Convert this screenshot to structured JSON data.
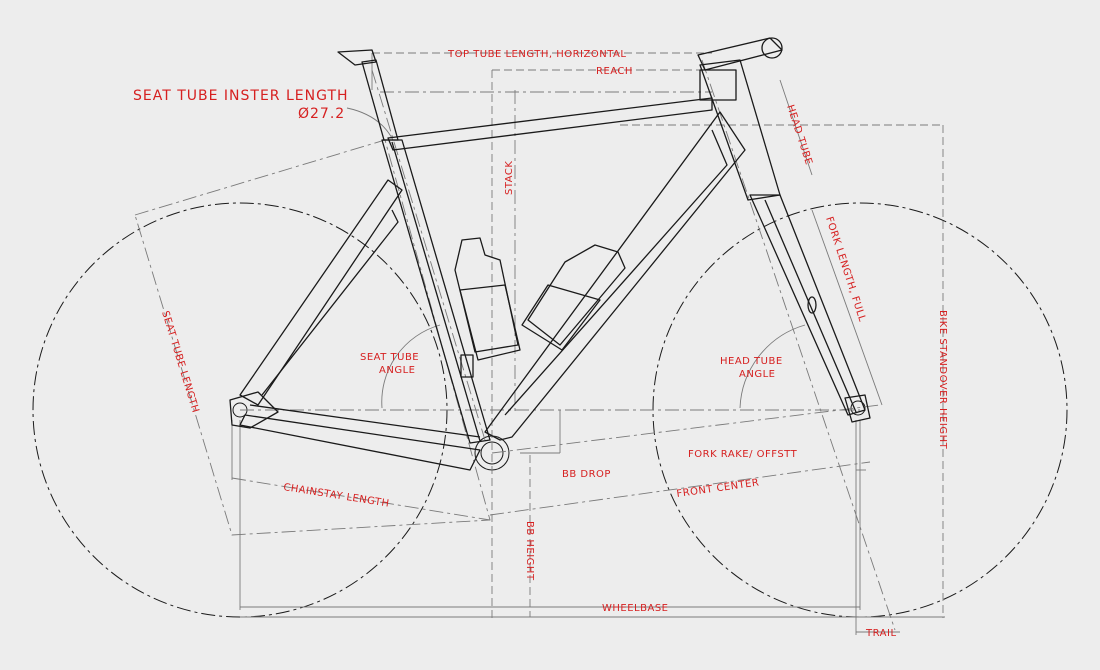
{
  "colors": {
    "background": "#ededed",
    "line": "#1a1a1a",
    "dim": "#7a7a7a",
    "label": "#d62020"
  },
  "labels": {
    "seat_tube_insert_length": "SEAT TUBE INSTER LENGTH",
    "seatpost_diameter": "Ø27.2",
    "top_tube_length": "TOP TUBE LENGTH, HORIZONTAL",
    "reach": "REACH",
    "stack": "STACK",
    "head_tube": "HEAD TUBE",
    "fork_length": "FORK LENGTH, FULL",
    "seat_tube_length": "SEAT TUBE LENGTH",
    "seat_tube_angle_1": "SEAT  TUBE",
    "seat_tube_angle_2": "ANGLE",
    "head_tube_angle_1": "HEAD TUBE",
    "head_tube_angle_2": "ANGLE",
    "bike_standover_height": "BIKE STANDOVER HEIGHT",
    "fork_rake": "FORK RAKE/ OFFSTT",
    "bb_drop": "BB DROP",
    "front_center": "FRONT CENTER",
    "chainstay_length": "CHAINSTAY LENGTH",
    "bb_height": "BB HEIGHT",
    "wheelbase": "WHEELBASE",
    "trail": "TRAIL"
  }
}
